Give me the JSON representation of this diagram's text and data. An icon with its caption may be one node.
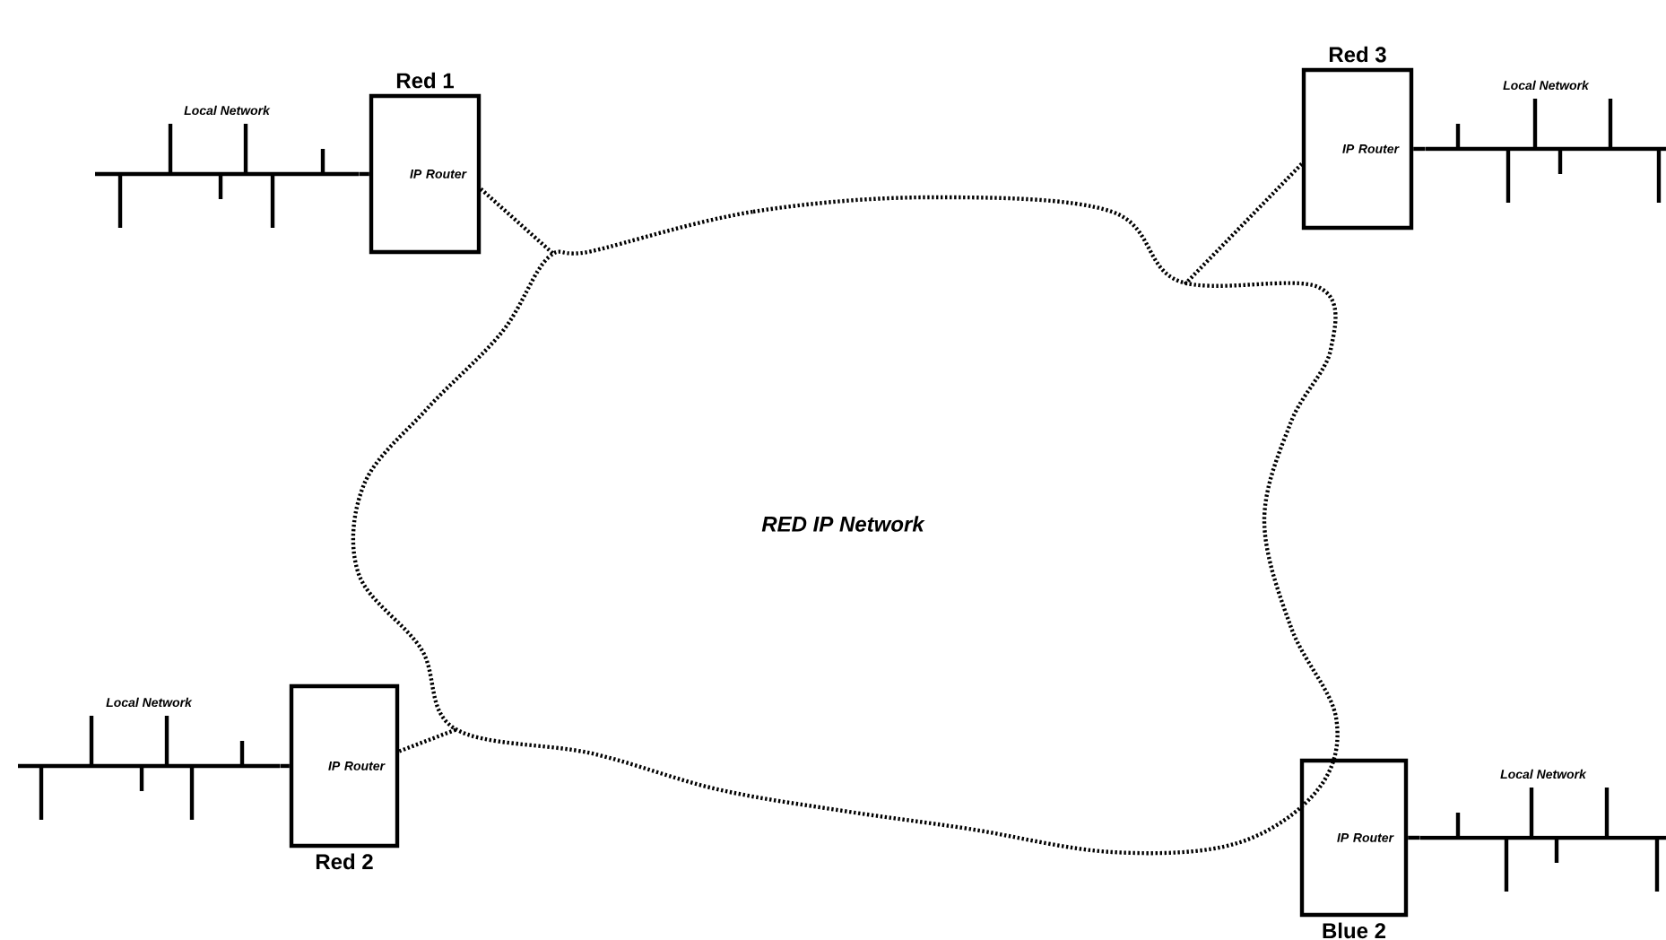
{
  "diagram": {
    "nodes": [
      {
        "text": [
          "RED IP Network"
        ]
      },
      {
        "text": [
          "Red 1",
          "IP Router"
        ]
      },
      {
        "text": [
          "Red 3",
          "IP Router"
        ]
      },
      {
        "text": [
          "IP Router",
          "Red 2"
        ]
      },
      {
        "text": [
          "IP Router",
          "Blue 2"
        ]
      },
      {
        "text": [
          "Local Network"
        ]
      },
      {
        "text": [
          "Local Network"
        ]
      },
      {
        "text": [
          "Local Network"
        ]
      },
      {
        "text": [
          "Local Network"
        ]
      }
    ],
    "edges": [
      {
        "from": 1,
        "to": 0,
        "arrow": "none",
        "style": "dashed"
      },
      {
        "from": 2,
        "to": 0,
        "arrow": "none",
        "style": "dashed"
      },
      {
        "from": 3,
        "to": 0,
        "arrow": "none",
        "style": "dashed"
      },
      {
        "from": 1,
        "to": 5,
        "arrow": "none"
      },
      {
        "from": 2,
        "to": 7,
        "arrow": "none"
      },
      {
        "from": 3,
        "to": 6,
        "arrow": "none"
      },
      {
        "from": 4,
        "to": 8,
        "arrow": "none"
      }
    ]
  }
}
